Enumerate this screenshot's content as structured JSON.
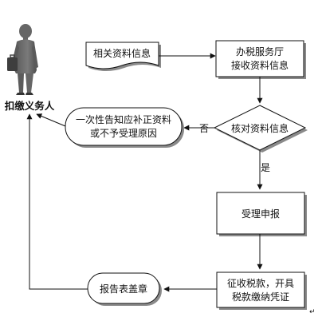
{
  "actor": {
    "label": "扣缴义务人"
  },
  "nodes": {
    "doc_info": {
      "label": "相关资料信息"
    },
    "hall": {
      "line1": "办税服务厅",
      "line2": "接收资料信息"
    },
    "verify": {
      "label": "核对资料信息"
    },
    "inform": {
      "line1": "一次性告知应补正资料",
      "line2": "或不予受理原因"
    },
    "accept": {
      "label": "受理申报"
    },
    "collect": {
      "line1": "征收税款，开具",
      "line2": "税款缴纳凭证"
    },
    "stamp": {
      "label": "报告表盖章"
    }
  },
  "edges": {
    "no": "否",
    "yes": "是"
  },
  "colors": {
    "stroke": "#111111",
    "shadow": "#8a8a8a",
    "figure": "#6e6e6e"
  }
}
